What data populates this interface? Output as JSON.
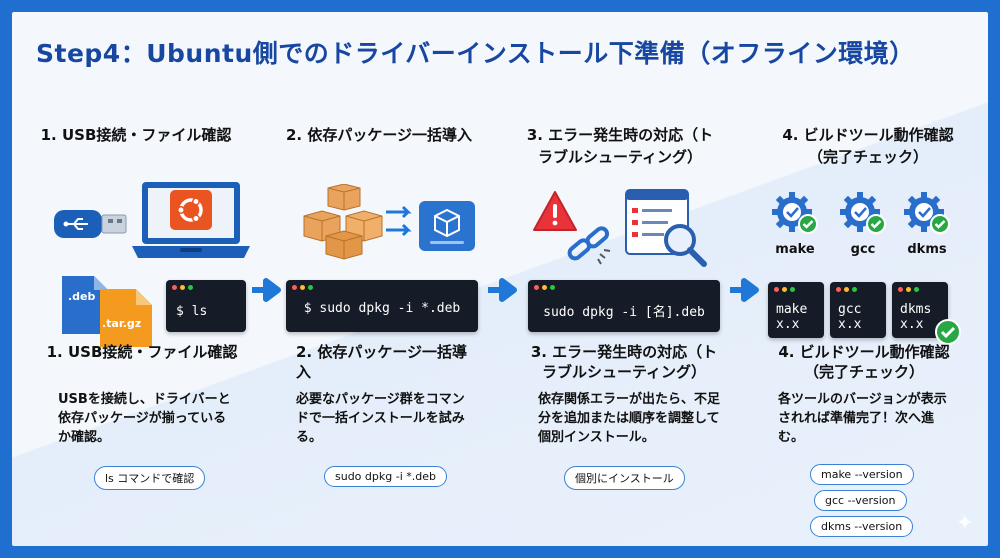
{
  "title": "Step4：Ubuntu側でのドライバーインストール下準備（オフライン環境）",
  "steps": [
    {
      "title": "1. USB接続・ファイル確認",
      "subtitle": "1. USB接続・ファイル確認",
      "description": "USBを接続し、ドライバーと依存パッケージが揃っているか確認。",
      "terminal": "$ ls",
      "file_labels": [
        ".deb",
        ".tar.gz"
      ],
      "pills": [
        "ls コマンドで確認"
      ]
    },
    {
      "title": "2. 依存パッケージ一括導入",
      "subtitle": "2. 依存パッケージ一括導入",
      "description": "必要なパッケージ群をコマンドで一括インストールを試みる。",
      "terminal": "$ sudo dpkg -i *.deb",
      "pills": [
        "sudo dpkg -i *.deb"
      ]
    },
    {
      "title": "3. エラー発生時の対応（トラブルシューティング）",
      "subtitle": "3. エラー発生時の対応（トラブルシューティング）",
      "description": "依存関係エラーが出たら、不足分を追加または順序を調整して個別インストール。",
      "terminal": "sudo dpkg -i [名].deb",
      "pills": [
        "個別にインストール"
      ]
    },
    {
      "title": "4. ビルドツール動作確認（完了チェック）",
      "subtitle": "4. ビルドツール動作確認（完了チェック）",
      "description": "各ツールのバージョンが表示されれば準備完了！次へ進む。",
      "tools": [
        {
          "name": "make",
          "version": "x.x"
        },
        {
          "name": "gcc",
          "version": "x.x"
        },
        {
          "name": "dkms",
          "version": "x.x"
        }
      ],
      "pills": [
        "make --version",
        "gcc --version",
        "dkms --version"
      ]
    }
  ],
  "colors": {
    "frame": "#1f6fd1",
    "title": "#1747a0",
    "accent": "#1f78d8",
    "terminal": "#161c27",
    "check": "#28a745",
    "warning": "#e8333a"
  },
  "icons": [
    "usb-drive-icon",
    "laptop-icon",
    "ubuntu-logo",
    "deb-file-icon",
    "tar-gz-file-icon",
    "boxes-icon",
    "package-icon",
    "warning-icon",
    "broken-link-icon",
    "document-search-icon",
    "gear-check-icon",
    "check-icon",
    "arrow-right-icon",
    "sparkle-icon"
  ]
}
